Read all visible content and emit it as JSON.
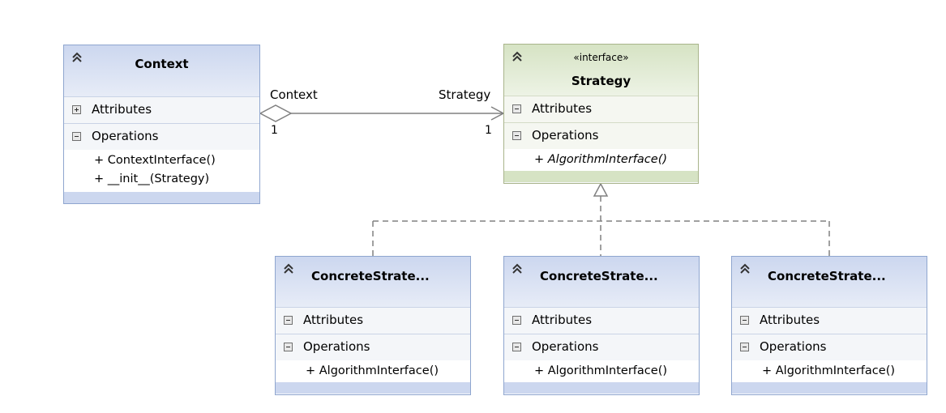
{
  "context_class": {
    "title": "Context",
    "attributes_label": "Attributes",
    "operations_label": "Operations",
    "operations": [
      "+ ContextInterface()",
      "+ __init__(Strategy)"
    ]
  },
  "strategy_class": {
    "stereotype": "«interface»",
    "title": "Strategy",
    "attributes_label": "Attributes",
    "operations_label": "Operations",
    "operations": [
      "+ AlgorithmInterface()"
    ]
  },
  "concrete_classes": [
    {
      "title": "ConcreteStrate...",
      "attributes_label": "Attributes",
      "operations_label": "Operations",
      "operation": "+ AlgorithmInterface()"
    },
    {
      "title": "ConcreteStrate...",
      "attributes_label": "Attributes",
      "operations_label": "Operations",
      "operation": "+ AlgorithmInterface()"
    },
    {
      "title": "ConcreteStrate...",
      "attributes_label": "Attributes",
      "operations_label": "Operations",
      "operation": "+ AlgorithmInterface()"
    }
  ],
  "association": {
    "source_role": "Context",
    "target_role": "Strategy",
    "source_multiplicity": "1",
    "target_multiplicity": "1"
  },
  "colors": {
    "class_header": "#ccd7ef",
    "interface_header": "#d6e3c4",
    "line": "#808080"
  }
}
